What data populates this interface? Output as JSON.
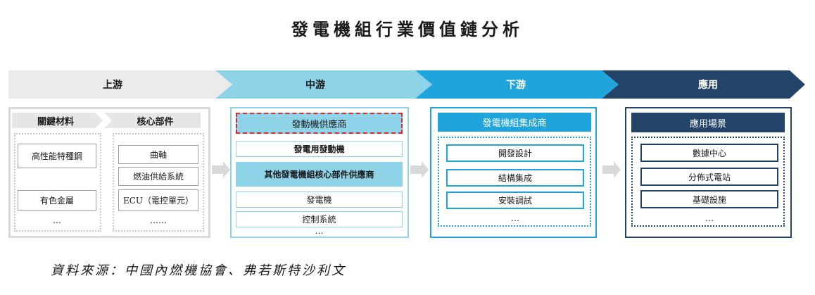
{
  "title": "發電機組行業價值鏈分析",
  "stages": [
    {
      "label": "上游",
      "color": "#ebebeb",
      "text_color": "#1a1a1a"
    },
    {
      "label": "中游",
      "color": "#8fd3e8",
      "text_color": "#1a1a1a"
    },
    {
      "label": "下游",
      "color": "#1fa4dc",
      "text_color": "#ffffff"
    },
    {
      "label": "應用",
      "color": "#234468",
      "text_color": "#ffffff"
    }
  ],
  "upstream": {
    "sub_headers": [
      "關鍵材料",
      "核心部件"
    ],
    "materials": [
      "高性能特種鋼",
      "有色金屬",
      "…"
    ],
    "components": [
      "曲軸",
      "燃油供給系統",
      "ECU（電控單元）",
      "……"
    ]
  },
  "midstream": {
    "header": "發動機供應商",
    "items": [
      "發電用發動機",
      "其他發電機組核心部件供應商",
      "發電機",
      "控制系統"
    ],
    "ellipsis": "…"
  },
  "downstream": {
    "header": "發電機組集成商",
    "items": [
      "開發設計",
      "結構集成",
      "安裝調試"
    ],
    "ellipsis": "…"
  },
  "application": {
    "header": "應用場景",
    "items": [
      "數據中心",
      "分佈式電站",
      "基礎設施"
    ],
    "ellipsis": "…"
  },
  "source": "資料來源：中國內燃機協會、弗若斯特沙利文"
}
